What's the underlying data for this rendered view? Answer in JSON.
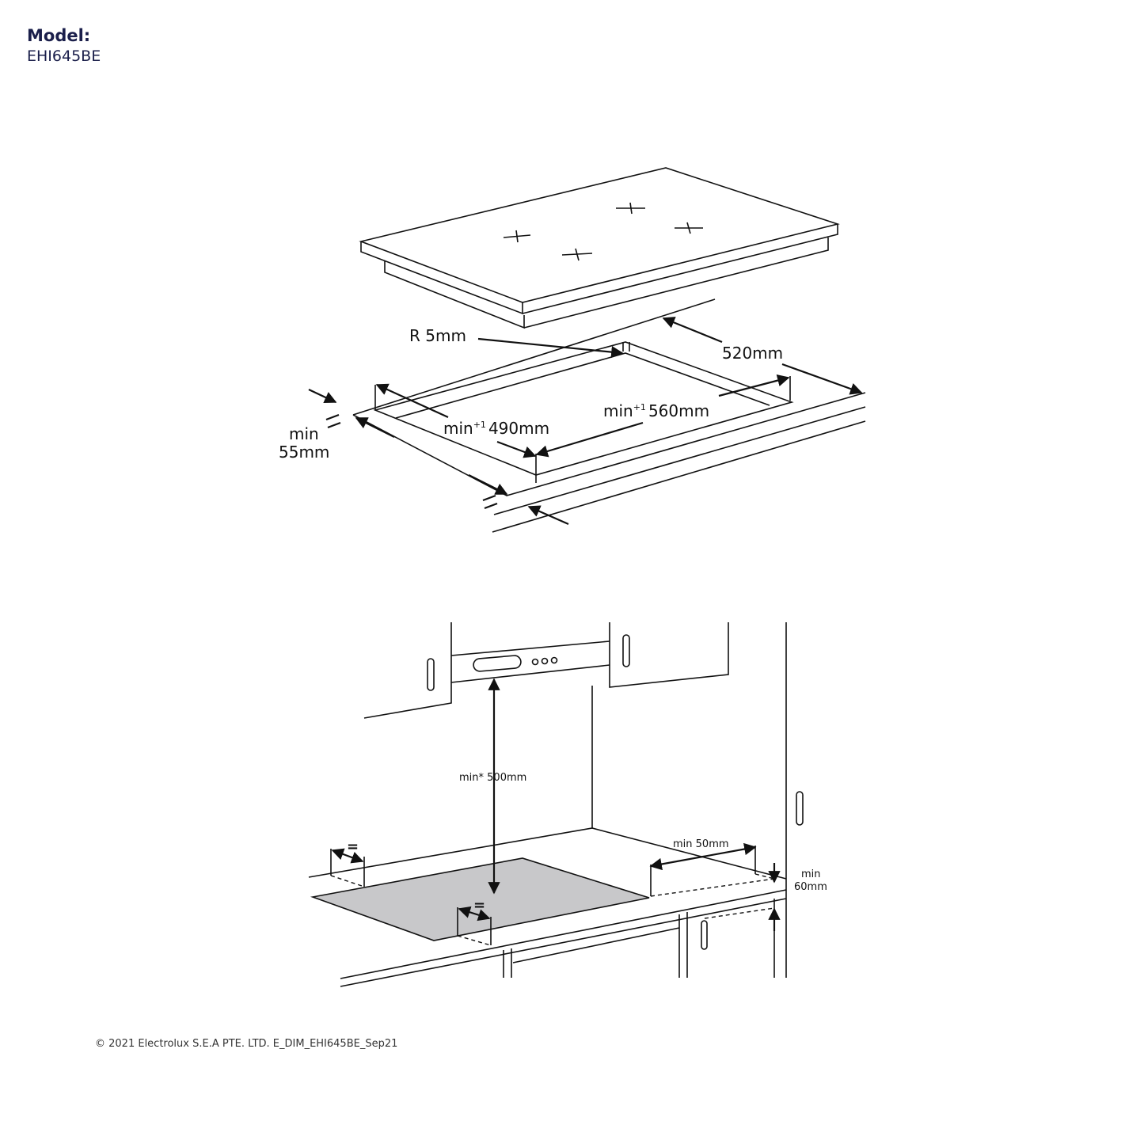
{
  "header": {
    "model_label": "Model:",
    "model_value": "EHI645BE"
  },
  "cutout_diagram": {
    "radius_label": "R 5mm",
    "depth_label": "520mm",
    "width_label_prefix": "min",
    "width_label_sup": "+1",
    "width_label_value": "560mm",
    "height_label_prefix": "min",
    "height_label_sup": "+1",
    "height_label_value": "490mm",
    "edge_min_label": "min",
    "edge_value_label": "55mm",
    "equal_sign": "="
  },
  "installation_diagram": {
    "hood_clearance_label": "min* 500mm",
    "side_clearance_label": "min 50mm",
    "wall_min_label": "min",
    "wall_value_label": "60mm",
    "equal_sign": "="
  },
  "footer": {
    "copyright": "© 2021 Electrolux S.E.A PTE. LTD.  E_DIM_EHI645BE_Sep21"
  }
}
